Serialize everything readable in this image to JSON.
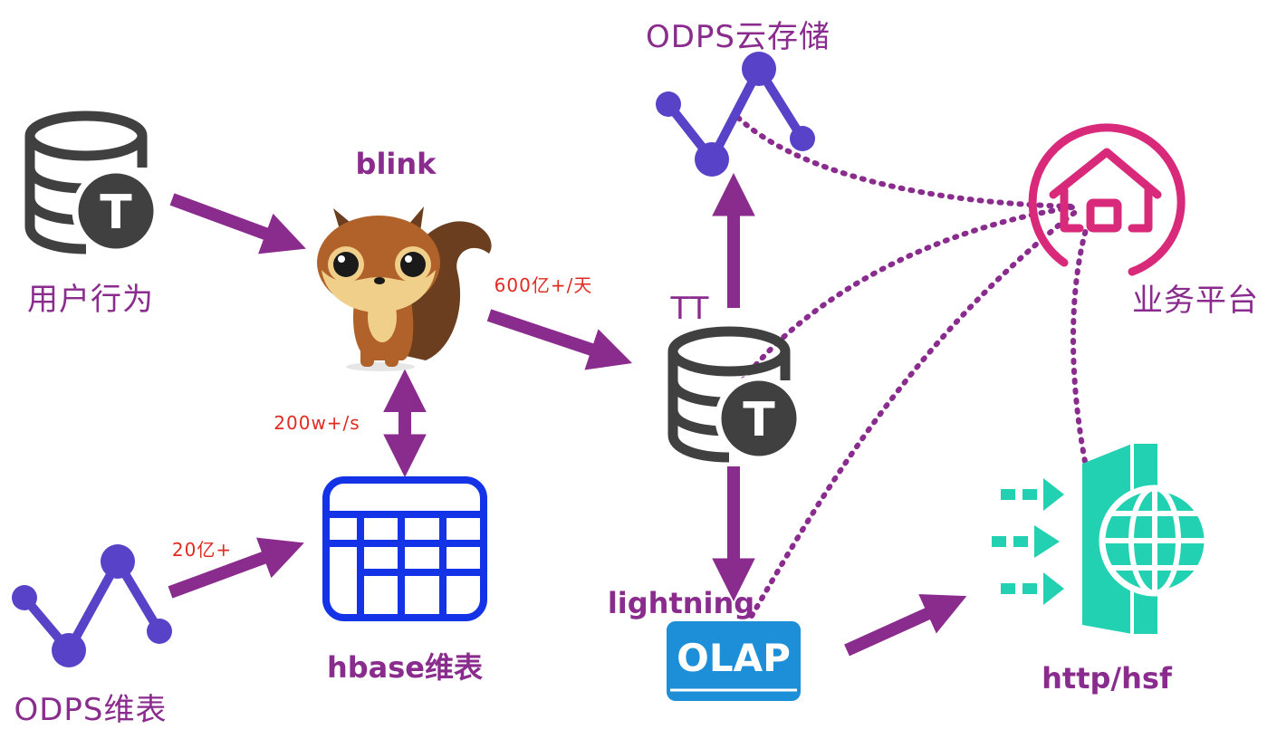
{
  "colors": {
    "label": "#8a2b8e",
    "arrow": "#8a2b8e",
    "edge_label": "#e02b22",
    "db": "#404040",
    "odps_node": "#5742c8",
    "hbase": "#1432e6",
    "platform": "#d9297a",
    "olap_bg": "#1d8ed8",
    "http": "#22d1b2"
  },
  "nodes": {
    "user_behavior": {
      "label": "用户行为",
      "badge": "T"
    },
    "blink": {
      "label": "blink"
    },
    "odps_cloud": {
      "label": "ODPS云存储"
    },
    "tt": {
      "label": "TT",
      "badge": "T"
    },
    "business_platform": {
      "label": "业务平台"
    },
    "hbase": {
      "label": "hbase维表"
    },
    "odps_dim": {
      "label": "ODPS维表"
    },
    "lightning": {
      "label": "lightning",
      "badge": "OLAP"
    },
    "http_hsf": {
      "label": "http/hsf"
    }
  },
  "edges": {
    "blink_tt": "600亿+/天",
    "blink_hbase": "200w+/s",
    "odps_hbase": "20亿+"
  }
}
